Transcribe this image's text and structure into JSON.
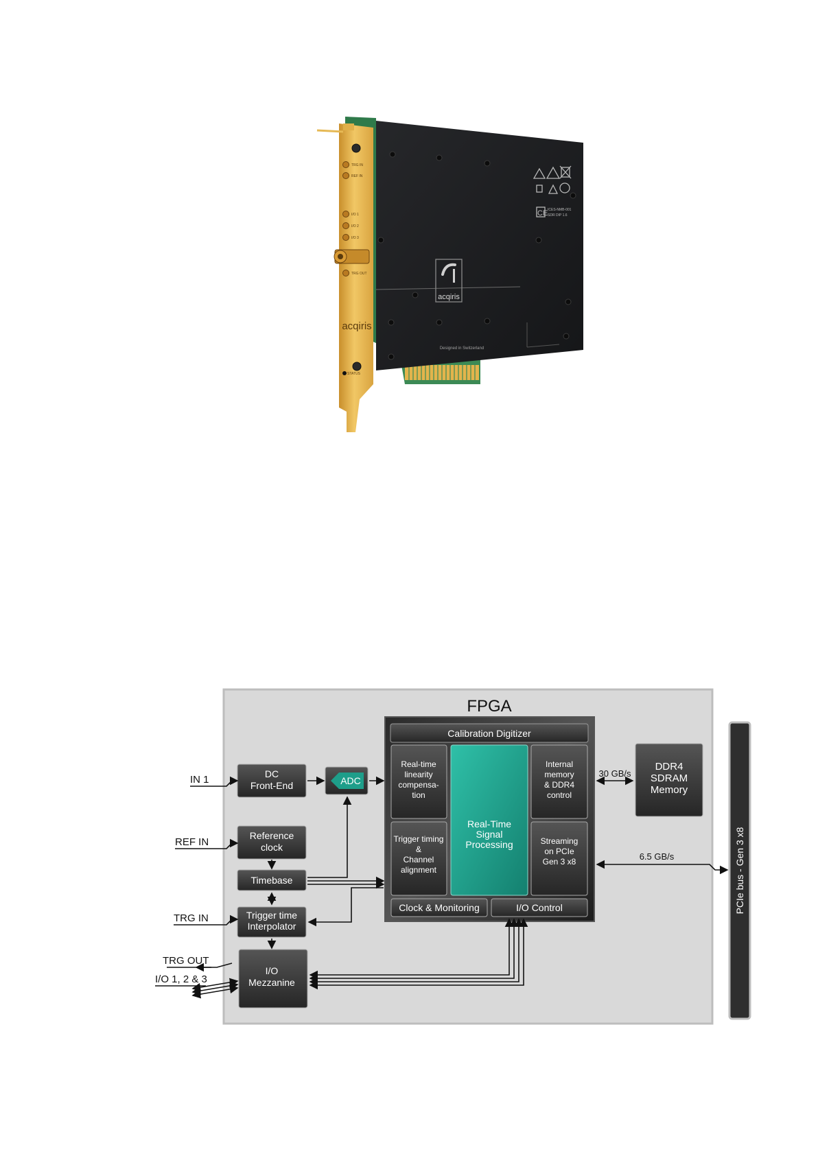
{
  "card": {
    "bracket_labels": [
      "TRG IN",
      "REF IN",
      "I/O 1",
      "I/O 2",
      "I/O 3",
      "TRG OUT",
      "STATUS"
    ],
    "bracket_brand": "acqiris",
    "plate_brand": "acqiris",
    "plate_footer": "Designed in Switzerland",
    "plate_marking_line1": "ICES-NMB-001",
    "plate_marking_line2": "SDR DIP 1.6"
  },
  "diagram": {
    "fpga_title": "FPGA",
    "calibration": "Calibration Digitizer",
    "linearity": [
      "Real-time",
      "linearity",
      "compensa-",
      "tion"
    ],
    "trigger_timing": [
      "Trigger timing",
      "&",
      "Channel",
      "alignment"
    ],
    "rtsp": [
      "Real-Time",
      "Signal",
      "Processing"
    ],
    "internal_memory": [
      "Internal",
      "memory",
      "& DDR4",
      "control"
    ],
    "streaming": [
      "Streaming",
      "on PCIe",
      "Gen 3 x8"
    ],
    "clock_monitoring": "Clock & Monitoring",
    "io_control": "I/O Control",
    "dc_front_end": [
      "DC",
      "Front-End"
    ],
    "adc": "ADC",
    "reference_clock": [
      "Reference",
      "clock"
    ],
    "timebase": "Timebase",
    "trigger_interp": [
      "Trigger time",
      "Interpolator"
    ],
    "io_mezzanine": [
      "I/O",
      "Mezzanine"
    ],
    "ddr4": [
      "DDR4",
      "SDRAM",
      "Memory"
    ],
    "pcie_bus": "PCIe bus - Gen 3 x8",
    "rate_memory": "30 GB/s",
    "rate_pcie": "6.5 GB/s",
    "inputs": {
      "in1": "IN 1",
      "ref_in": "REF IN",
      "trg_in": "TRG IN",
      "trg_out": "TRG OUT",
      "io123": "I/O 1, 2 & 3"
    }
  },
  "colors": {
    "bracket_gold": "#e0b04a",
    "plate_black": "#1f2022",
    "pcb_green": "#2f7a4a",
    "panel_gray": "#d9d9d9",
    "block_dark": "#3a3a3a",
    "rtsp_teal": "#1e9e8a"
  }
}
